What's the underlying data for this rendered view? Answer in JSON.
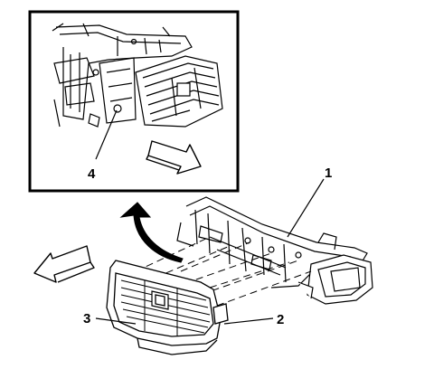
{
  "callouts": {
    "c1": "1",
    "c2": "2",
    "c3": "3",
    "c4": "4"
  },
  "colors": {
    "line": "#000000",
    "background": "#ffffff",
    "arrow_fill": "#ffffff"
  }
}
